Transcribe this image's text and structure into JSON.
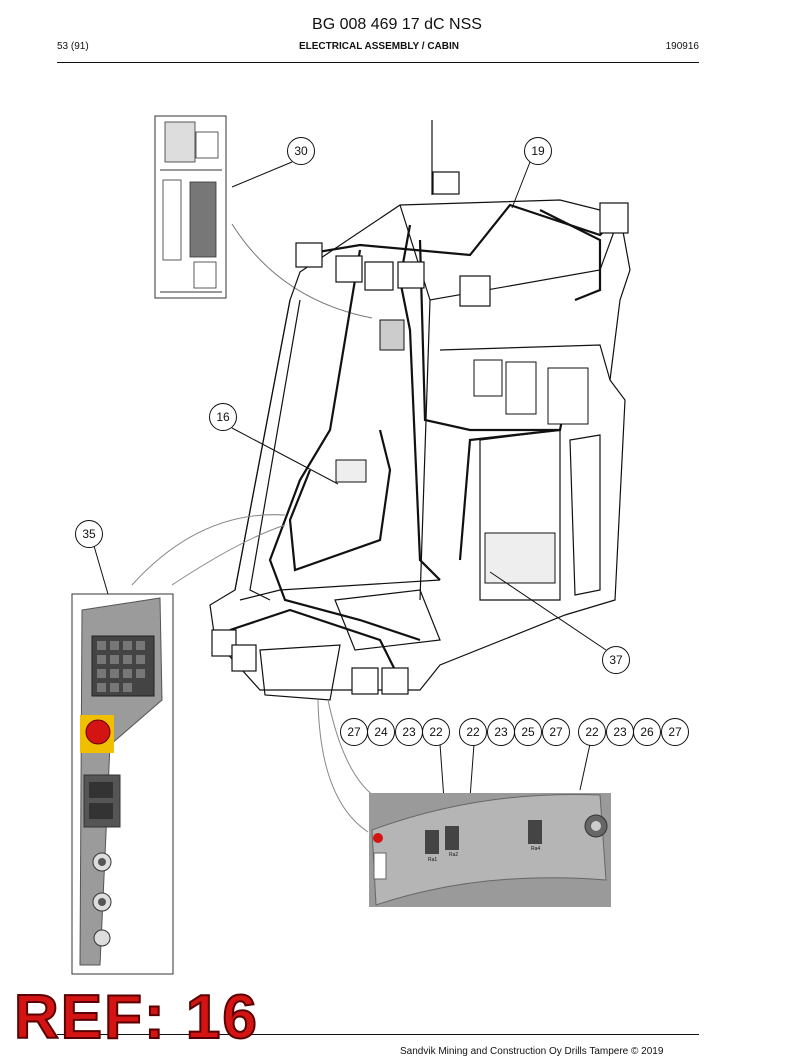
{
  "header": {
    "doc_title": "BG 008 469 17 dC NSS",
    "page": "53 (91)",
    "section": "ELECTRICAL ASSEMBLY / CABIN",
    "date_code": "190916"
  },
  "footer": {
    "copyright": "Sandvik Mining and Construction Oy Drills Tampere © 2019"
  },
  "stamp": {
    "text": "REF: 16",
    "color": "#d41313"
  },
  "callouts": {
    "c30": "30",
    "c19": "19",
    "c16": "16",
    "c35": "35",
    "c37": "37",
    "row1": [
      "27",
      "24",
      "23",
      "22"
    ],
    "row2": [
      "22",
      "23",
      "25",
      "27"
    ],
    "row3": [
      "22",
      "23",
      "26",
      "27"
    ]
  },
  "panel_labels": {
    "ra1": "Ra1",
    "ra2": "Ra2",
    "ra4": "Ra4"
  }
}
